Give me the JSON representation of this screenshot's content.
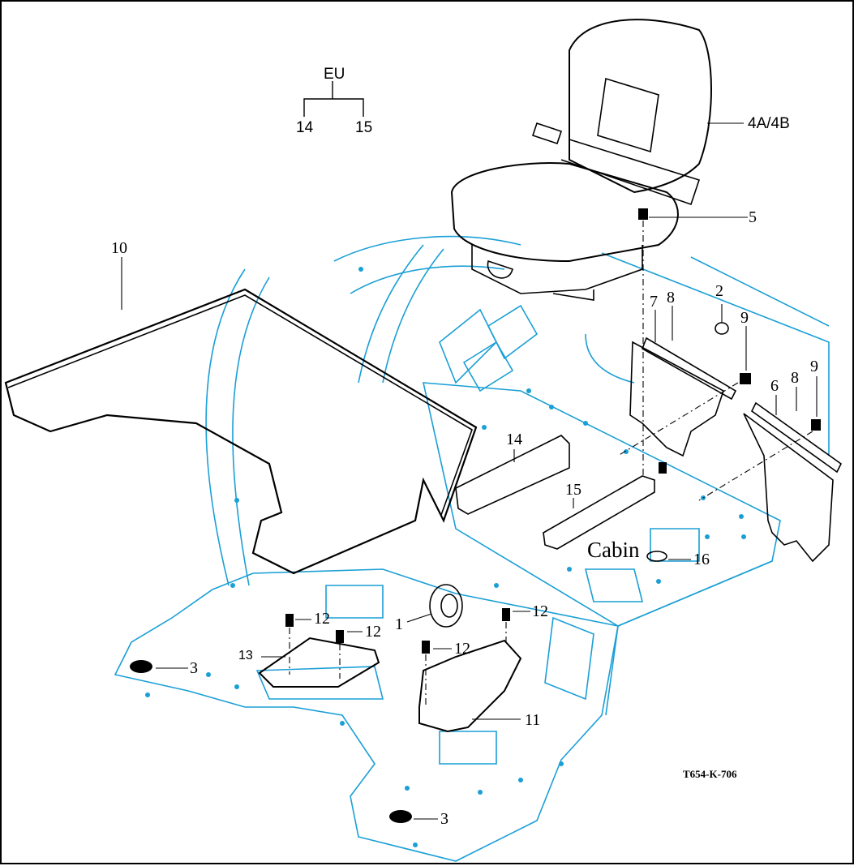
{
  "figure_ref": "T654-K-706",
  "cabin_label": "Cabin",
  "eu_group": {
    "label": "EU",
    "left": "14",
    "right": "15"
  },
  "callouts": {
    "c1": "1",
    "c2": "2",
    "c3a": "3",
    "c3b": "3",
    "c4": "4A/4B",
    "c5": "5",
    "c6": "6",
    "c7": "7",
    "c8a": "8",
    "c8b": "8",
    "c9a": "9",
    "c9b": "9",
    "c10": "10",
    "c11": "11",
    "c12a": "12",
    "c12b": "12",
    "c12c": "12",
    "c12d": "12",
    "c13": "13",
    "c14": "14",
    "c15": "15",
    "c16": "16"
  },
  "colors": {
    "cabin_outline": "#1a9fd6",
    "parts_outline": "#000000",
    "background": "#ffffff"
  }
}
